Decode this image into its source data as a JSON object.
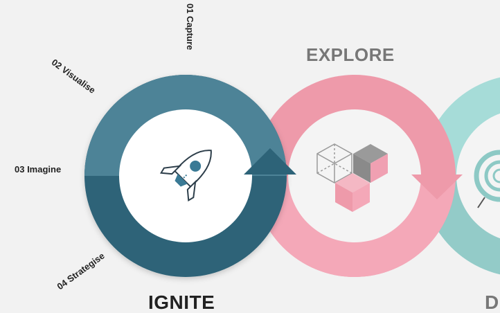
{
  "steps": {
    "capture": "01 Capture",
    "visualise": "02 Visualise",
    "imagine": "03 Imagine",
    "strategise": "04 Strategise"
  },
  "phases": {
    "ignite": "IGNITE",
    "explore": "EXPLORE",
    "third": "D"
  },
  "colors": {
    "ignite_dark": "#2d6378",
    "ignite_light": "#4e8397",
    "explore_ring": "#ee9aaa",
    "explore_ring_light": "#f4a8b8",
    "third_ring": "#93cbc8",
    "third_ring_light": "#a6dcd8",
    "label_dark": "#222222",
    "label_grey": "#777777"
  },
  "icons": [
    "rocket-icon",
    "cubes-icon",
    "target-icon"
  ]
}
